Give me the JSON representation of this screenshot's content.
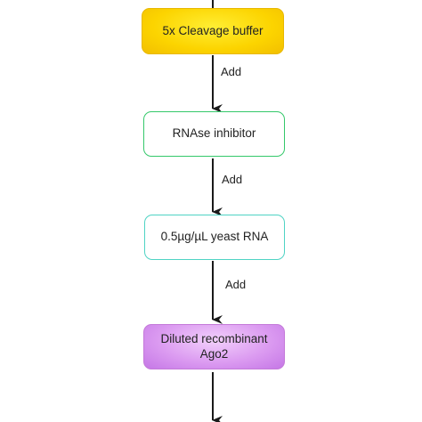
{
  "steps": [
    {
      "label": "5x Cleavage buffer",
      "style": "filled",
      "fill_from": "#ffea00",
      "fill_to": "#f5c200",
      "border": "#e8b800"
    },
    {
      "label": "RNAse inhibitor",
      "style": "outline",
      "border": "#34c86a"
    },
    {
      "label": "0.5µg/µL yeast RNA",
      "style": "outline",
      "border": "#4fd3c4"
    },
    {
      "label": "Diluted recombinant\nAgo2",
      "style": "filled",
      "fill_from": "#eab8f6",
      "fill_to": "#c679e8",
      "border": "#c47ad9"
    }
  ],
  "connectors": [
    {
      "label": "Add"
    },
    {
      "label": "Add"
    },
    {
      "label": "Add"
    }
  ],
  "arrow_color": "#1a1a1a"
}
